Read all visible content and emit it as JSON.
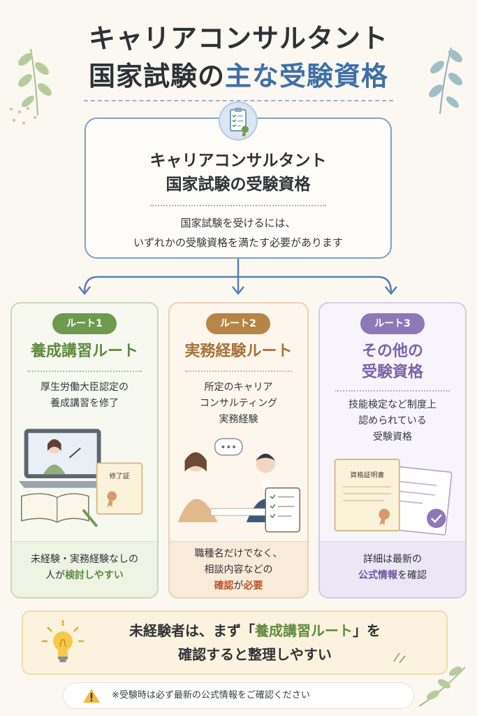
{
  "title": {
    "line1": "キャリアコンサルタント",
    "line2_prefix": "国家試験の",
    "line2_accent": "主な受験資格"
  },
  "main": {
    "icon": "clipboard-checklist-icon",
    "title_line1": "キャリアコンサルタント",
    "title_line2": "国家試験の受験資格",
    "desc_line1": "国家試験を受けるには、",
    "desc_line2": "いずれかの受験資格を満たす必要があります"
  },
  "routes": [
    {
      "badge": "ルート1",
      "title": "養成講習ルート",
      "desc": [
        "厚生労働大臣認定の",
        "養成講習を修了"
      ],
      "illus_label": "修了証",
      "foot_line1": "未経験・実務経験なしの",
      "foot_line2_prefix": "人が",
      "foot_line2_hl": "検討しやすい",
      "foot_line2_suffix": ""
    },
    {
      "badge": "ルート2",
      "title": "実務経験ルート",
      "desc": [
        "所定のキャリア",
        "コンサルティング",
        "実務経験"
      ],
      "illus_label": "",
      "foot_line1": "職種名だけでなく、",
      "foot_line2": "相談内容などの",
      "foot_line3_hl1": "確認",
      "foot_line3_mid": "が",
      "foot_line3_hl2": "必要"
    },
    {
      "badge": "ルート3",
      "title_line1": "その他の",
      "title_line2": "受験資格",
      "desc": [
        "技能検定など制度上",
        "認められている",
        "受験資格"
      ],
      "illus_label": "資格証明書",
      "foot_line1": "詳細は最新の",
      "foot_line2_hl": "公式情報",
      "foot_line2_suffix": "を確認"
    }
  ],
  "tip": {
    "icon": "lightbulb-icon",
    "line1_prefix": "未経験者は、まず「",
    "line1_hl": "養成講習ルート",
    "line1_suffix": "」を",
    "line2": "確認すると整理しやすい"
  },
  "note": {
    "icon": "warning-icon",
    "text": "※受験時は必ず最新の公式情報をご確認ください"
  },
  "colors": {
    "accent_blue": "#3f6fa8",
    "route1_green": "#6e9a4e",
    "route2_orange": "#b78547",
    "route3_purple": "#8e78b8",
    "emphasis_red": "#c0522d"
  }
}
